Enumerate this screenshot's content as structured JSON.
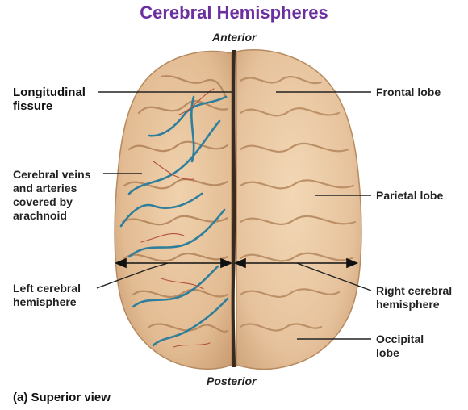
{
  "title": "Cerebral Hemispheres",
  "orientation": {
    "top": "Anterior",
    "bottom": "Posterior"
  },
  "labels": {
    "longitudinal_fissure": "Longitudinal\nfissure",
    "cerebral_veins": "Cerebral veins\nand arteries\ncovered by\narachnoid",
    "left_hemisphere": "Left cerebral\nhemisphere",
    "frontal_lobe": "Frontal lobe",
    "parietal_lobe": "Parietal lobe",
    "right_hemisphere": "Right cerebral\nhemisphere",
    "occipital_lobe": "Occipital\nlobe"
  },
  "caption": "(a) Superior view",
  "colors": {
    "title": "#6b2fa0",
    "brain_fill": "#e8c39a",
    "gyri_shadow": "#b98b62",
    "vessels_blue": "#2f7f9c",
    "vessels_red": "#b4503a"
  }
}
